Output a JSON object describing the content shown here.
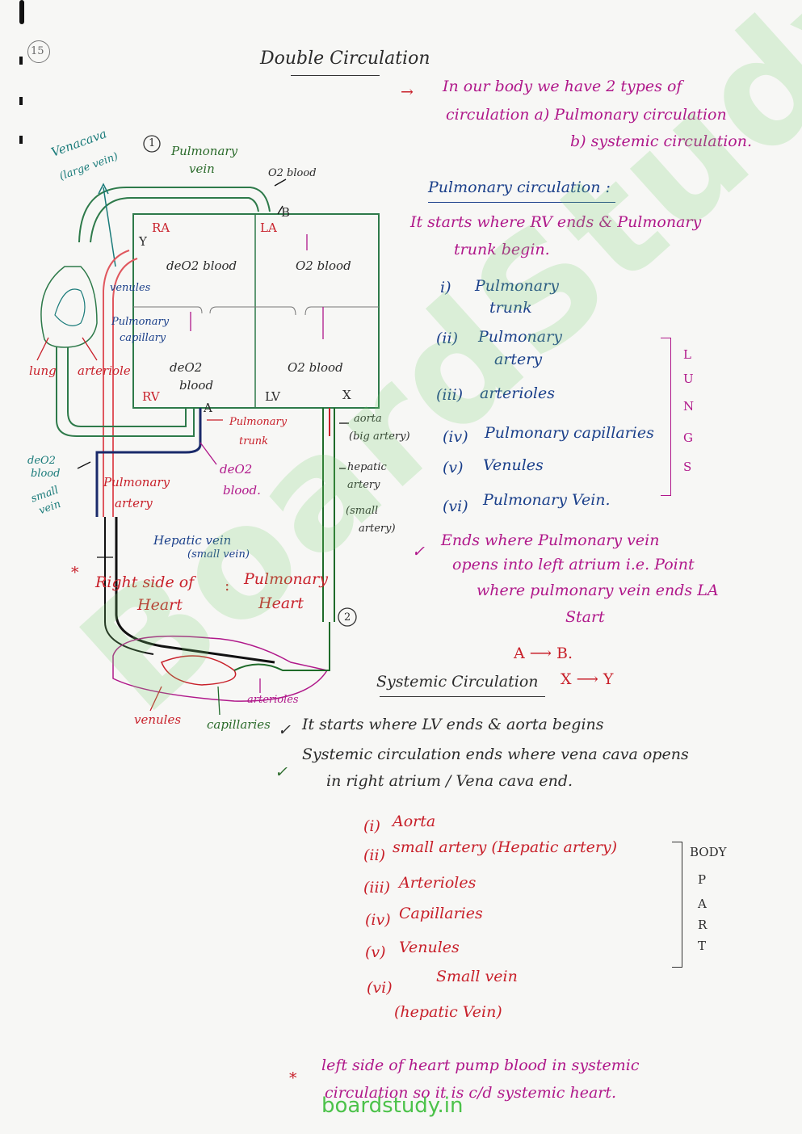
{
  "page_no": "15",
  "title": "Double Circulation",
  "intro": {
    "line1": "In our body we have 2 types of",
    "line2": "circulation  a) Pulmonary circulation",
    "line3": "b) systemic circulation."
  },
  "pulmonary": {
    "heading": "Pulmonary circulation :",
    "start1": "It starts where RV ends  & Pulmonary",
    "start2": "trunk begin.",
    "items": [
      {
        "no": "i)",
        "l1": "Pulmonary",
        "l2": "trunk"
      },
      {
        "no": "(ii)",
        "l1": "Pulmonary",
        "l2": "artery"
      },
      {
        "no": "(iii)",
        "l1": "arterioles",
        "l2": ""
      },
      {
        "no": "(iv)",
        "l1": "Pulmonary capillaries",
        "l2": ""
      },
      {
        "no": "(v)",
        "l1": "Venules",
        "l2": ""
      },
      {
        "no": "(vi)",
        "l1": "Pulmonary Vein.",
        "l2": ""
      }
    ],
    "organ_letters": [
      "L",
      "U",
      "N",
      "G",
      "S"
    ],
    "end1": "Ends where Pulmonary vein",
    "end2": "opens into left atrium i.e. Point",
    "end3": "where pulmonary vein ends LA",
    "end4": "Start",
    "ab": "A ⟶ B."
  },
  "systemic": {
    "heading": "Systemic Circulation",
    "xy": "X ⟶ Y",
    "p1": "It starts where LV ends & aorta begins",
    "p2a": "Systemic circulation ends where vena cava opens",
    "p2b": "in right atrium / Vena cava end.",
    "items": [
      {
        "no": "(i)",
        "label": "Aorta"
      },
      {
        "no": "(ii)",
        "label": "small artery (Hepatic artery)"
      },
      {
        "no": "(iii)",
        "label": "Arterioles"
      },
      {
        "no": "(iv)",
        "label": "Capillaries"
      },
      {
        "no": "(v)",
        "label": "Venules"
      },
      {
        "no": "(vi)",
        "label": "Small vein"
      }
    ],
    "hepatic_vein": "(hepatic Vein)",
    "body_part": [
      "BODY",
      "P",
      "A",
      "R",
      "T"
    ]
  },
  "final_note1": "left side of heart pump blood in systemic",
  "final_note2": "circulation so it is c/d systemic heart.",
  "diagram": {
    "venacava": "Venacava",
    "large_vein": "(large vein)",
    "one": "1",
    "two": "2",
    "pulmonary_vein": "Pulmonary",
    "pulmonary_vein2": "vein",
    "o2_blood_top": "O2 blood",
    "b": "B",
    "y": "Y",
    "ra": "RA",
    "la": "LA",
    "rv": "RV",
    "lv": "LV",
    "a": "A",
    "x": "X",
    "deo2_blood_ra": "deO2 blood",
    "o2_blood_la": "O2 blood",
    "deo2_rv1": "deO2",
    "deo2_rv2": "blood",
    "o2_lv": "O2 blood",
    "venules": "venules",
    "pulm_cap1": "Pulmonary",
    "pulm_cap2": "capillary",
    "lung": "lung",
    "arteriole": "arteriole",
    "pulm_trunk1": "Pulmonary",
    "pulm_trunk2": "trunk",
    "aorta1": "aorta",
    "aorta2": "(big artery)",
    "deo2_small1": "deO2",
    "deo2_small2": "blood",
    "deo2_mid1": "deO2",
    "deo2_mid2": "blood.",
    "small_vein1": "small",
    "small_vein2": "vein",
    "pulm_artery1": "Pulmonary",
    "pulm_artery2": "artery",
    "hepatic_artery1": "hepatic",
    "hepatic_artery2": "artery",
    "hepatic_artery3": "(small",
    "hepatic_artery4": "artery)",
    "hepatic_vein1": "Hepatic vein",
    "hepatic_vein2": "(small vein)",
    "right_side1": "Right side of",
    "right_side2": "Heart",
    "colon": ":",
    "pulm_heart1": "Pulmonary",
    "pulm_heart2": "Heart",
    "arterioles": "arterioles",
    "venules_b": "venules",
    "capillaries": "capillaries"
  },
  "watermark": "BoardStudy",
  "footer": "boardstudy.in"
}
